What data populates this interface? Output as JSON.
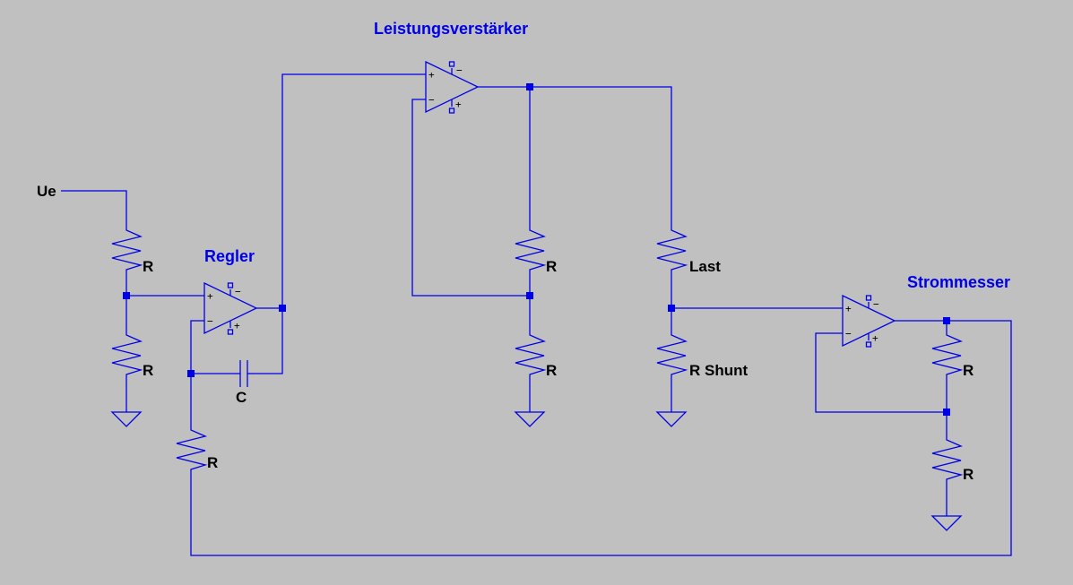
{
  "titles": {
    "power_amp": "Leistungsverstärker",
    "controller": "Regler",
    "current_meter": "Strommesser"
  },
  "labels": {
    "input": "Ue",
    "r_input_top": "R",
    "r_input_bottom": "R",
    "capacitor": "C",
    "r_feedback_ctrl": "R",
    "r_amp_top": "R",
    "r_amp_bottom": "R",
    "load": "Last",
    "shunt": "R Shunt",
    "r_meter_top": "R",
    "r_meter_bottom": "R"
  },
  "opamp_signs": {
    "plus": "+",
    "minus": "−"
  },
  "colors": {
    "background": "#c0c0c0",
    "wire": "#0000e6",
    "text": "#000000",
    "title": "#0000e6"
  }
}
